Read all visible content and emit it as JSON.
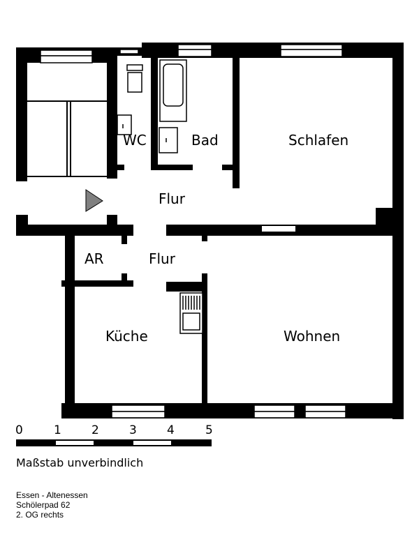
{
  "rooms": {
    "wc": "WC",
    "bad": "Bad",
    "schlafen": "Schlafen",
    "flur_upper": "Flur",
    "flur_lower": "Flur",
    "ar": "AR",
    "kueche": "Küche",
    "wohnen": "Wohnen"
  },
  "scale": {
    "numbers": [
      "0",
      "1",
      "2",
      "3",
      "4",
      "5"
    ],
    "note": "Maßstab unverbindlich"
  },
  "address": {
    "line1": "Essen - Altenessen",
    "line2": "Schölerpad 62",
    "line3": "2. OG rechts"
  },
  "colors": {
    "wall": "#000000",
    "background": "#ffffff",
    "entrance_arrow": "#808080"
  }
}
